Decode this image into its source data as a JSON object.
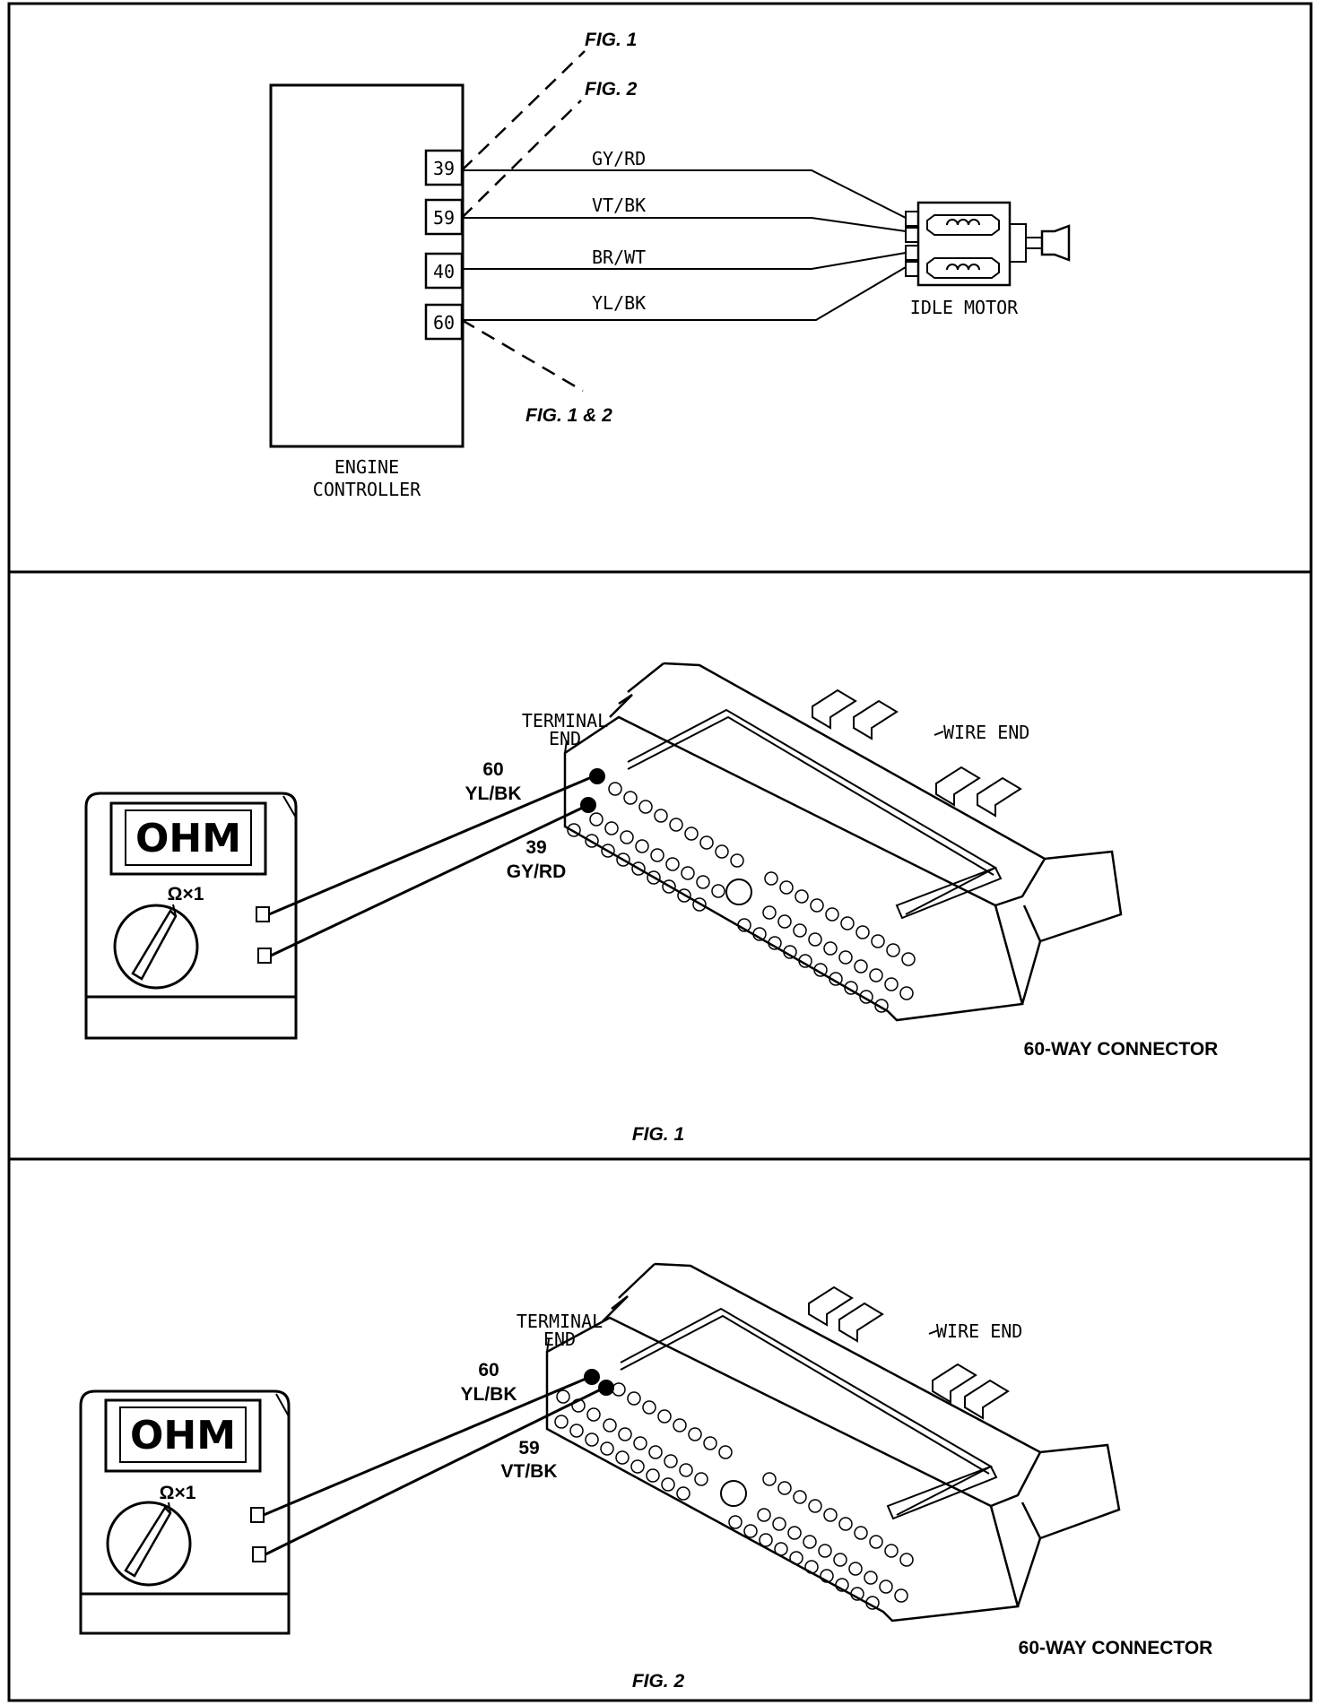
{
  "panel1": {
    "pins": [
      "39",
      "59",
      "40",
      "60"
    ],
    "wires": [
      "GY/RD",
      "VT/BK",
      "BR/WT",
      "YL/BK"
    ],
    "controller_label_line1": "ENGINE",
    "controller_label_line2": "CONTROLLER",
    "motor_label": "IDLE MOTOR",
    "ref_fig1": "FIG. 1",
    "ref_fig2": "FIG. 2",
    "ref_fig12": "FIG. 1 & 2"
  },
  "panel2": {
    "meter_display": "OHM",
    "meter_range": "Ω×1",
    "terminal_end_line1": "TERMINAL",
    "terminal_end_line2": "END",
    "wire_end": "WIRE END",
    "probe_a_pin": "60",
    "probe_a_wire": "YL/BK",
    "probe_b_pin": "39",
    "probe_b_wire": "GY/RD",
    "connector_label": "60-WAY CONNECTOR",
    "caption": "FIG. 1"
  },
  "panel3": {
    "meter_display": "OHM",
    "meter_range": "Ω×1",
    "terminal_end_line1": "TERMINAL",
    "terminal_end_line2": "END",
    "wire_end": "WIRE END",
    "probe_a_pin": "60",
    "probe_a_wire": "YL/BK",
    "probe_b_pin": "59",
    "probe_b_wire": "VT/BK",
    "connector_label": "60-WAY CONNECTOR",
    "caption": "FIG. 2"
  }
}
